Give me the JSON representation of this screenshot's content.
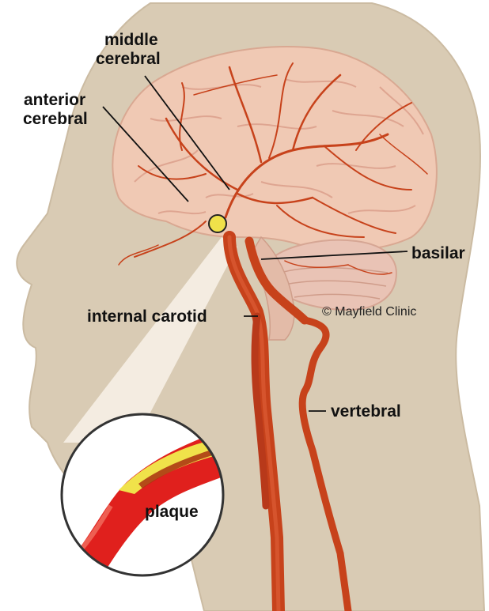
{
  "labels": {
    "middle_cerebral_line1": "middle",
    "middle_cerebral_line2": "cerebral",
    "anterior_cerebral_line1": "anterior",
    "anterior_cerebral_line2": "cerebral",
    "basilar": "basilar",
    "internal_carotid": "internal carotid",
    "vertebral": "vertebral",
    "plaque": "plaque",
    "copyright": "© Mayfield Clinic"
  },
  "colors": {
    "head": "#d9cbb4",
    "brain": "#f0c9b4",
    "brain_fold": "#d99a86",
    "cerebellum": "#e9c3b5",
    "artery": "#c7421b",
    "artery_dark": "#a8300f",
    "plaque": "#f0e24a",
    "vessel_red": "#e0201d",
    "inset_border": "#333333",
    "beam": "#f6f0e6",
    "label": "#111111"
  }
}
